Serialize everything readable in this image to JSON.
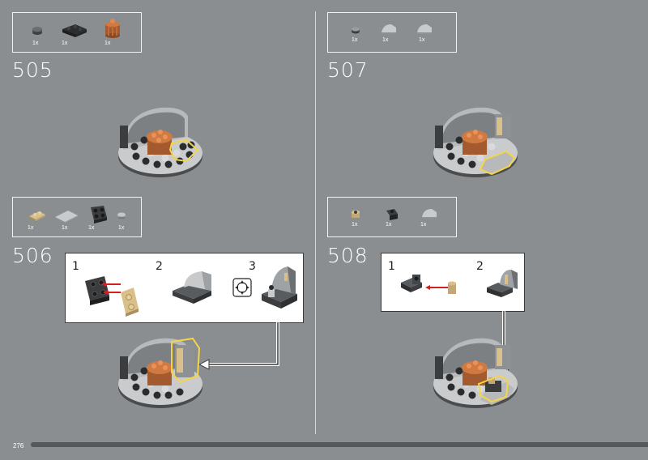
{
  "page": {
    "number": "276",
    "progress_fraction": 1.0
  },
  "steps": [
    {
      "id": "505",
      "label": "505",
      "parts": [
        "1x",
        "1x",
        "1x"
      ]
    },
    {
      "id": "506",
      "label": "506",
      "parts": [
        "1x",
        "1x",
        "1x",
        "1x"
      ],
      "substeps": [
        "1",
        "2",
        "3"
      ]
    },
    {
      "id": "507",
      "label": "507",
      "parts": [
        "1x",
        "1x",
        "1x"
      ]
    },
    {
      "id": "508",
      "label": "508",
      "parts": [
        "1x",
        "1x",
        "1x"
      ],
      "substeps": [
        "1",
        "2"
      ]
    }
  ],
  "colors": {
    "background": "#8a8e91",
    "callout_border": "#3a3a3a",
    "highlight": "#f5d547",
    "arrow_red": "#cc2222"
  }
}
